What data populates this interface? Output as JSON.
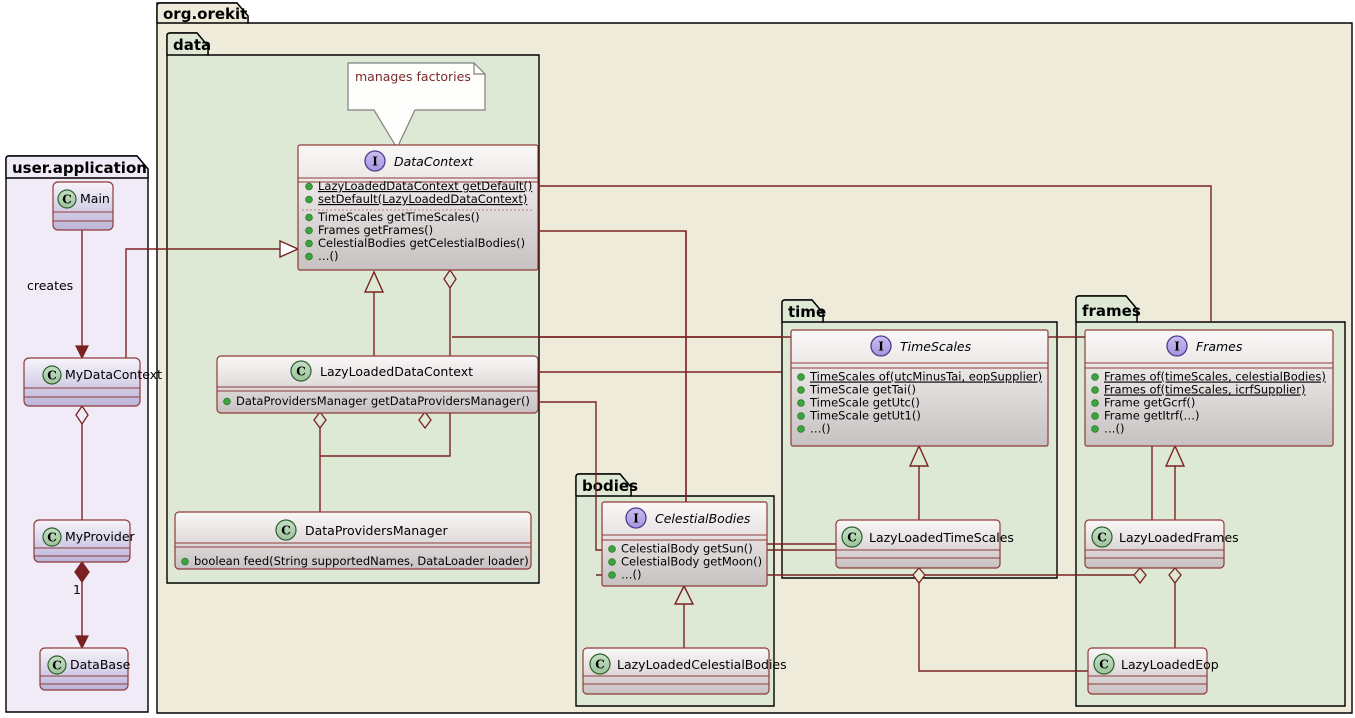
{
  "diagram": {
    "type": "uml-class-diagram",
    "colors": {
      "outer_package_fill": "#EFEBDA",
      "inner_package_fill": "#DDE8D5",
      "user_package_fill": "#F0EBF7",
      "class_fill_top": "#FAF8F7",
      "class_fill_bottom": "#C8C3C2",
      "user_class_fill_bottom": "#BDB8D8",
      "border": "#8F3A3A",
      "line": "#7A2222",
      "note_fill": "#FEFEFC",
      "interface_icon": "#B4A7E5",
      "class_icon": "#ADD1AD",
      "member_bullet": "#3DA33D"
    }
  },
  "packages": [
    {
      "id": "user",
      "name": "user.application"
    },
    {
      "id": "orekit",
      "name": "org.orekit"
    },
    {
      "id": "data",
      "name": "data"
    },
    {
      "id": "time",
      "name": "time"
    },
    {
      "id": "frames",
      "name": "frames"
    },
    {
      "id": "bodies",
      "name": "bodies"
    }
  ],
  "note": {
    "text": "manages factories",
    "attached_to": "DataContext"
  },
  "classes": [
    {
      "id": "Main",
      "name": "Main",
      "stereotype": "C",
      "kind": "class",
      "package": "user.application",
      "members": []
    },
    {
      "id": "MyDataContext",
      "name": "MyDataContext",
      "stereotype": "C",
      "kind": "class",
      "package": "user.application",
      "members": []
    },
    {
      "id": "MyProvider",
      "name": "MyProvider",
      "stereotype": "C",
      "kind": "class",
      "package": "user.application",
      "members": []
    },
    {
      "id": "DataBase",
      "name": "DataBase",
      "stereotype": "C",
      "kind": "class",
      "package": "user.application",
      "members": []
    },
    {
      "id": "DataContext",
      "name": "DataContext",
      "stereotype": "I",
      "kind": "interface",
      "package": "data",
      "static_members": [
        {
          "visibility": "+",
          "text": "LazyLoadedDataContext getDefault()",
          "static": true
        },
        {
          "visibility": "+",
          "text": "setDefault(LazyLoadedDataContext)",
          "static": true
        }
      ],
      "members": [
        {
          "visibility": "+",
          "text": "TimeScales getTimeScales()",
          "static": false
        },
        {
          "visibility": "+",
          "text": "Frames getFrames()",
          "static": false
        },
        {
          "visibility": "+",
          "text": "CelestialBodies getCelestialBodies()",
          "static": false
        },
        {
          "visibility": "+",
          "text": "…()",
          "static": false
        }
      ]
    },
    {
      "id": "LazyLoadedDataContext",
      "name": "LazyLoadedDataContext",
      "stereotype": "C",
      "kind": "class",
      "package": "data",
      "members": [
        {
          "visibility": "+",
          "text": "DataProvidersManager getDataProvidersManager()",
          "static": false
        }
      ]
    },
    {
      "id": "DataProvidersManager",
      "name": "DataProvidersManager",
      "stereotype": "C",
      "kind": "class",
      "package": "data",
      "members": [
        {
          "visibility": "+",
          "text": "boolean feed(String supportedNames, DataLoader loader)",
          "static": false
        }
      ]
    },
    {
      "id": "TimeScales",
      "name": "TimeScales",
      "stereotype": "I",
      "kind": "interface",
      "package": "time",
      "members": [
        {
          "visibility": "+",
          "text": "TimeScales of(utcMinusTai, eopSupplier)",
          "static": true
        },
        {
          "visibility": "+",
          "text": "TimeScale getTai()",
          "static": false
        },
        {
          "visibility": "+",
          "text": "TimeScale getUtc()",
          "static": false
        },
        {
          "visibility": "+",
          "text": "TimeScale getUt1()",
          "static": false
        },
        {
          "visibility": "+",
          "text": "…()",
          "static": false
        }
      ]
    },
    {
      "id": "LazyLoadedTimeScales",
      "name": "LazyLoadedTimeScales",
      "stereotype": "C",
      "kind": "class",
      "package": "time",
      "members": []
    },
    {
      "id": "Frames",
      "name": "Frames",
      "stereotype": "I",
      "kind": "interface",
      "package": "frames",
      "members": [
        {
          "visibility": "+",
          "text": "Frames of(timeScales, celestialBodies)",
          "static": true
        },
        {
          "visibility": "+",
          "text": "Frames of(timeScales, icrfSupplier)",
          "static": true
        },
        {
          "visibility": "+",
          "text": "Frame getGcrf()",
          "static": false
        },
        {
          "visibility": "+",
          "text": "Frame getItrf(…)",
          "static": false
        },
        {
          "visibility": "+",
          "text": "…()",
          "static": false
        }
      ]
    },
    {
      "id": "LazyLoadedFrames",
      "name": "LazyLoadedFrames",
      "stereotype": "C",
      "kind": "class",
      "package": "frames",
      "members": []
    },
    {
      "id": "LazyLoadedEop",
      "name": "LazyLoadedEop",
      "stereotype": "C",
      "kind": "class",
      "package": "frames",
      "members": []
    },
    {
      "id": "CelestialBodies",
      "name": "CelestialBodies",
      "stereotype": "I",
      "kind": "interface",
      "package": "bodies",
      "members": [
        {
          "visibility": "+",
          "text": "CelestialBody getSun()",
          "static": false
        },
        {
          "visibility": "+",
          "text": "CelestialBody getMoon()",
          "static": false
        },
        {
          "visibility": "+",
          "text": "…()",
          "static": false
        }
      ]
    },
    {
      "id": "LazyLoadedCelestialBodies",
      "name": "LazyLoadedCelestialBodies",
      "stereotype": "C",
      "kind": "class",
      "package": "bodies",
      "members": []
    }
  ],
  "relations": [
    {
      "from": "Main",
      "to": "MyDataContext",
      "type": "dependency",
      "label": "creates"
    },
    {
      "from": "MyDataContext",
      "to": "MyProvider",
      "type": "aggregation",
      "label": ""
    },
    {
      "from": "MyProvider",
      "to": "DataBase",
      "type": "composition",
      "label": "1"
    },
    {
      "from": "MyDataContext",
      "to": "DataContext",
      "type": "realization",
      "label": ""
    },
    {
      "from": "LazyLoadedDataContext",
      "to": "DataContext",
      "type": "inheritance",
      "label": ""
    },
    {
      "from": "DataContext",
      "to": "DataProvidersManager",
      "type": "aggregation",
      "label": ""
    },
    {
      "from": "LazyLoadedDataContext",
      "to": "DataProvidersManager",
      "type": "aggregation",
      "label": ""
    },
    {
      "from": "LazyLoadedTimeScales",
      "to": "TimeScales",
      "type": "inheritance",
      "label": ""
    },
    {
      "from": "LazyLoadedFrames",
      "to": "Frames",
      "type": "inheritance",
      "label": ""
    },
    {
      "from": "LazyLoadedCelestialBodies",
      "to": "CelestialBodies",
      "type": "inheritance",
      "label": ""
    },
    {
      "from": "LazyLoadedDataContext",
      "to": "LazyLoadedTimeScales",
      "type": "aggregation",
      "label": ""
    },
    {
      "from": "LazyLoadedDataContext",
      "to": "LazyLoadedFrames",
      "type": "aggregation",
      "label": ""
    },
    {
      "from": "LazyLoadedDataContext",
      "to": "LazyLoadedCelestialBodies",
      "type": "aggregation",
      "label": ""
    },
    {
      "from": "LazyLoadedFrames",
      "to": "LazyLoadedEop",
      "type": "aggregation",
      "label": ""
    },
    {
      "from": "LazyLoadedTimeScales",
      "to": "LazyLoadedEop",
      "type": "aggregation",
      "label": ""
    }
  ]
}
